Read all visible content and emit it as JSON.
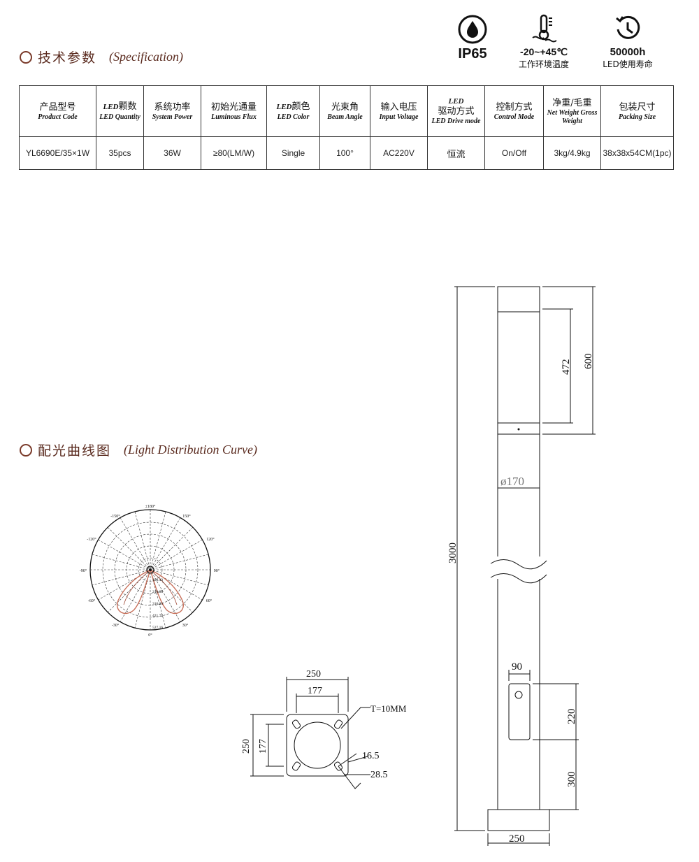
{
  "sections": {
    "spec": {
      "cn": "技术参数",
      "en": "(Specification)"
    },
    "curve": {
      "cn": "配光曲线图",
      "en": "(Light Distribution  Curve)"
    }
  },
  "badges": {
    "ip": {
      "icon": "water-drop-icon",
      "value": "IP65"
    },
    "temp": {
      "icon": "thermometer-icon",
      "value": "-20~+45℃",
      "label": "工作环境温度"
    },
    "life": {
      "icon": "clock-history-icon",
      "value": "50000h",
      "label": "LED使用寿命"
    }
  },
  "table": {
    "headers": [
      {
        "cn": "产品型号",
        "en": "Product Code"
      },
      {
        "cn_led": "LED",
        "cn": "颗数",
        "en": "LED Quantity"
      },
      {
        "cn": "系统功率",
        "en": "System Power"
      },
      {
        "cn": "初始光通量",
        "en": "Luminous Flux"
      },
      {
        "cn_led": "LED",
        "cn": "颜色",
        "en": "LED Color"
      },
      {
        "cn": "光束角",
        "en": "Beam Angle"
      },
      {
        "cn": "输入电压",
        "en": "Input Voltage"
      },
      {
        "top": "LED",
        "cn": "驱动方式",
        "en": "LED Drive mode"
      },
      {
        "cn": "控制方式",
        "en": "Control Mode"
      },
      {
        "cn": "净重/毛重",
        "en": "Net Weight Gross Weight"
      },
      {
        "cn": "包装尺寸",
        "en": "Packing Size"
      }
    ],
    "row": [
      "YL6690E/35×1W",
      "35pcs",
      "36W",
      "≥80(LM/W)",
      "Single",
      "100°",
      "AC220V",
      "恒流",
      "On/Off",
      "3kg/4.9kg",
      "38x38x54CM(1pc)"
    ]
  },
  "polar": {
    "angle_labels": [
      "±180°",
      "-150°",
      "150°",
      "-120°",
      "120°",
      "-90°",
      "90°",
      "-60°",
      "60°",
      "-30°",
      "30°",
      "0°"
    ],
    "radial_labels": [
      "105.43",
      "210.86",
      "316.30",
      "421.73",
      "527.16"
    ]
  },
  "dims": {
    "base_width": "250",
    "base_hole": "177",
    "base_height": "250",
    "base_hole_v": "177",
    "thickness": "T=10MM",
    "hole_d": "16.5",
    "slot": "28.5",
    "pole_total": "3000",
    "lamp_height": "600",
    "lamp_inner": "472",
    "pole_diameter": "ø170",
    "door_width": "90",
    "door_height": "220",
    "door_offset": "300",
    "foot_width": "250"
  },
  "colors": {
    "accent": "#5a2a1e",
    "curve": "#c8705a"
  }
}
